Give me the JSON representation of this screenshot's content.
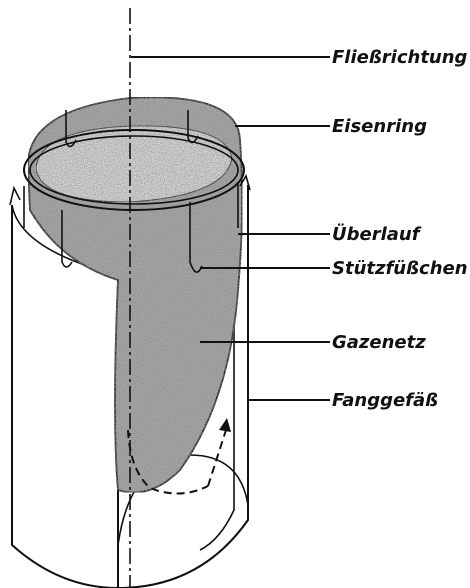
{
  "labels": {
    "flow_direction": "Fließrichtung",
    "iron_ring": "Eisenring",
    "overflow": "Überlauf",
    "support_feet": "Stützfüßchen",
    "gauze_net": "Gazenetz",
    "catch_vessel": "Fanggefäß"
  }
}
